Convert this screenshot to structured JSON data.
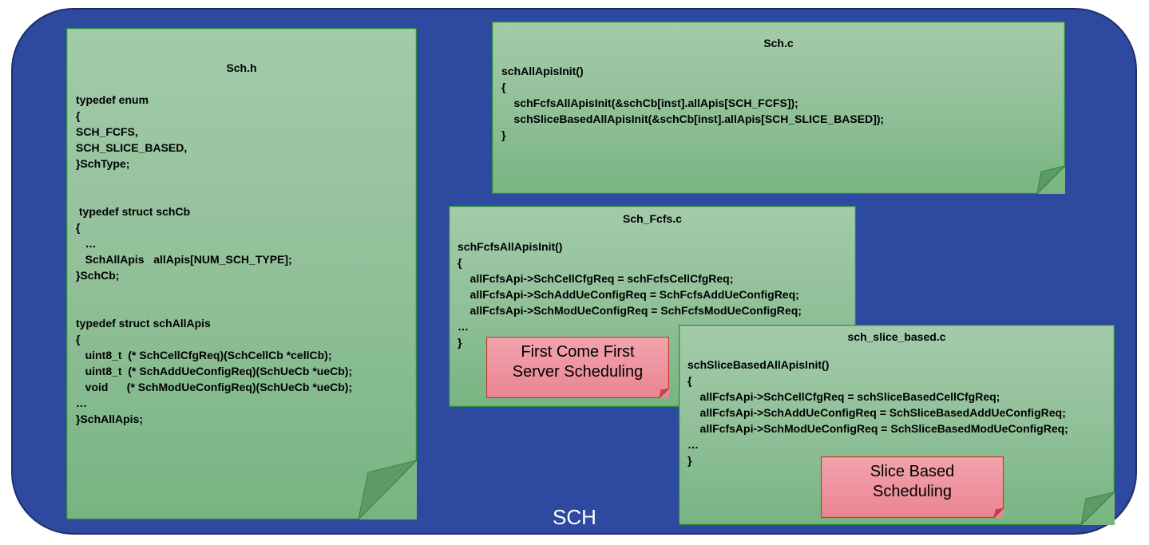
{
  "container": {
    "label": "SCH"
  },
  "notes": {
    "sch_h": {
      "title": "Sch.h",
      "code": "typedef enum\n{\nSCH_FCFS,\nSCH_SLICE_BASED,\n}SchType;\n\n\n typedef struct schCb\n{\n   …\n   SchAllApis   allApis[NUM_SCH_TYPE];\n}SchCb;\n\n\ntypedef struct schAllApis\n{\n   uint8_t  (* SchCellCfgReq)(SchCellCb *cellCb);\n   uint8_t  (* SchAddUeConfigReq)(SchUeCb *ueCb);\n   void      (* SchModUeConfigReq)(SchUeCb *ueCb);\n…\n}SchAllApis;"
    },
    "sch_c": {
      "title": "Sch.c",
      "code": "schAllApisInit()\n{\n    schFcfsAllApisInit(&schCb[inst].allApis[SCH_FCFS]);\n    schSliceBasedAllApisInit(&schCb[inst].allApis[SCH_SLICE_BASED]);\n}"
    },
    "sch_fcfs_c": {
      "title": "Sch_Fcfs.c",
      "code": "schFcfsAllApisInit()\n{\n    allFcfsApi->SchCellCfgReq = schFcfsCellCfgReq;\n    allFcfsApi->SchAddUeConfigReq = SchFcfsAddUeConfigReq;\n    allFcfsApi->SchModUeConfigReq = SchFcfsModUeConfigReq;\n…\n}"
    },
    "sch_slice_based_c": {
      "title": "sch_slice_based.c",
      "code": "schSliceBasedAllApisInit()\n{\n    allFcfsApi->SchCellCfgReq = schSliceBasedCellCfgReq;\n    allFcfsApi->SchAddUeConfigReq = SchSliceBasedAddUeConfigReq;\n    allFcfsApi->SchModUeConfigReq = SchSliceBasedModUeConfigReq;\n…\n}"
    }
  },
  "callouts": {
    "fcfs": "First Come First\nServer Scheduling",
    "slice": "Slice Based\nScheduling"
  },
  "colors": {
    "container": "#2e49a0",
    "note_fill": "#8fbf97",
    "note_border": "#2f8c3a",
    "callout_fill": "#ef97a2",
    "callout_border": "#c0392b"
  }
}
